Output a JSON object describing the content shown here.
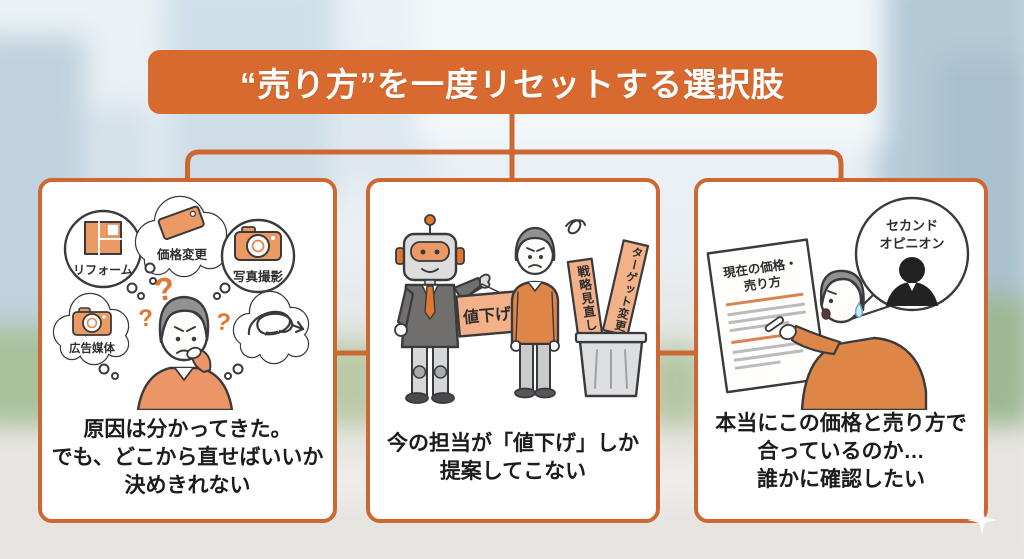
{
  "title": "“売り方”を一度リセットする選択肢",
  "colors": {
    "accent_orange": "#CE6832",
    "banner_orange": "#D8692F",
    "illustration_orange": "#EC9A63",
    "sweater_orange": "#DE8548",
    "board_salmon": "#F3B189",
    "question_mark_orange": "#E2772F",
    "outline_dark": "#3A3A3C"
  },
  "cards": [
    {
      "id": "cannot-decide-where-to-fix",
      "caption": [
        "原因は分かってきた。",
        "でも、どこから直せばいいか",
        "決めきれない"
      ],
      "thought_bubbles": [
        {
          "icon": "floorplan-icon",
          "label": "リフォーム"
        },
        {
          "icon": "price-tag-icon",
          "label": "価格変更"
        },
        {
          "icon": "camera-icon",
          "label": "写真撮影"
        },
        {
          "icon": "camera-icon",
          "label": "広告媒体"
        },
        {
          "icon": "tangle-arrow-icon",
          "label": ""
        }
      ]
    },
    {
      "id": "agent-only-proposes-price-cut",
      "caption": [
        "今の担当が「値下げ」しか",
        "提案してこない"
      ],
      "sign_label": "値下げ",
      "discarded_labels": [
        "戦略見直し",
        "ターゲット変更"
      ]
    },
    {
      "id": "want-second-opinion",
      "caption": [
        "本当にこの価格と売り方で",
        "合っているのか…",
        "誰かに確認したい"
      ],
      "document_title": [
        "現在の価格・",
        "売り方"
      ],
      "speech_bubble": [
        "セカンド",
        "オピニオン"
      ]
    }
  ]
}
